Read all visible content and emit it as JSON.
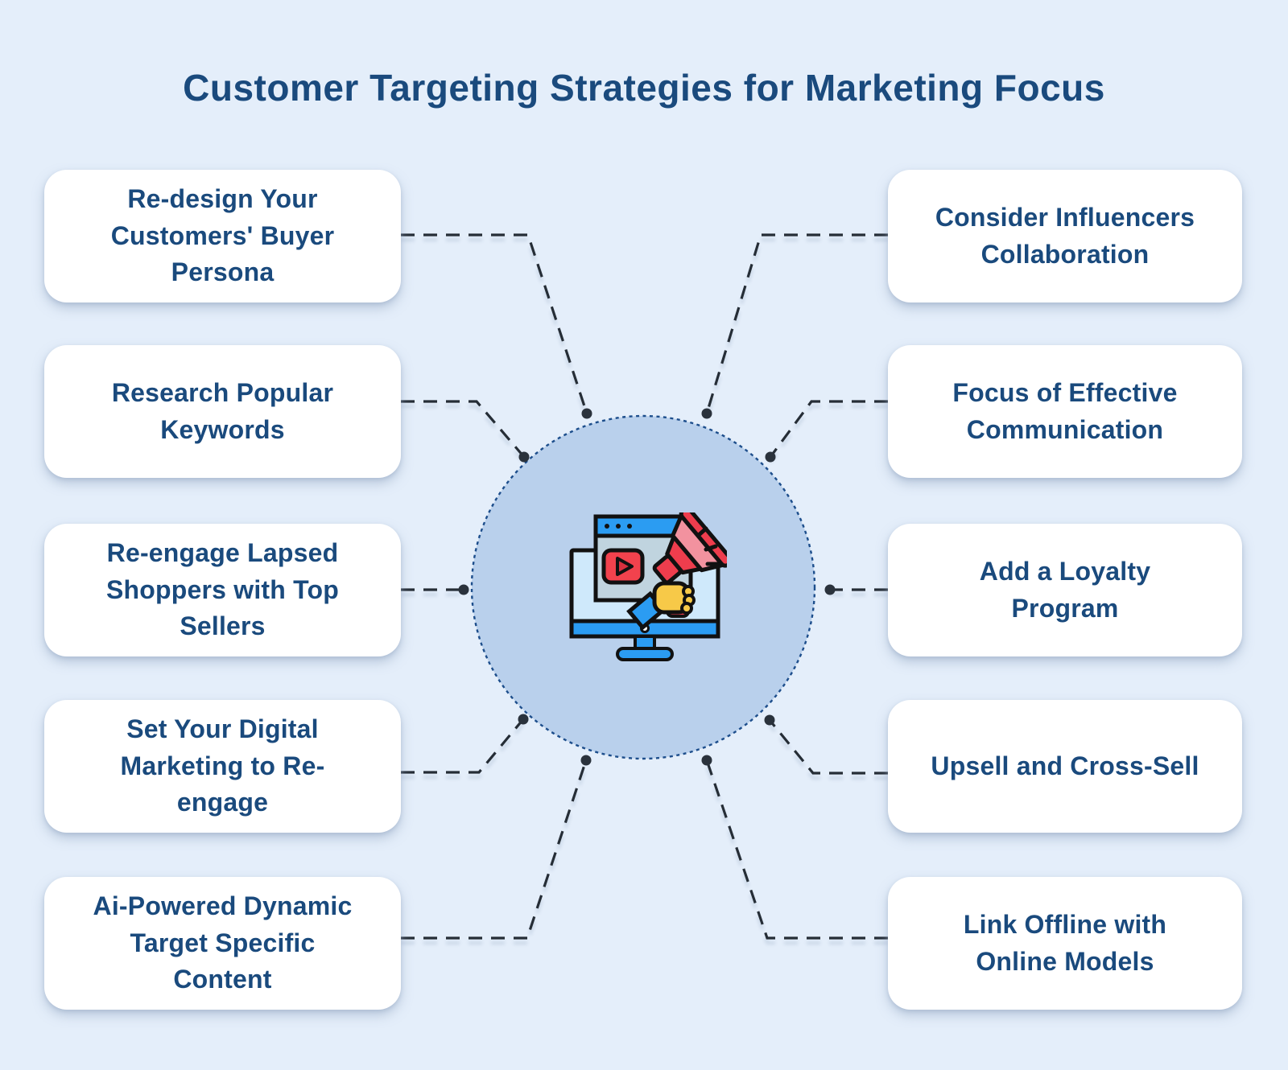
{
  "title": "Customer Targeting Strategies for Marketing Focus",
  "cards": {
    "left": [
      {
        "label": "Re-design Your\nCustomers' Buyer\nPersona"
      },
      {
        "label": "Research Popular\nKeywords"
      },
      {
        "label": "Re-engage Lapsed\nShoppers with Top\nSellers"
      },
      {
        "label": "Set Your Digital\nMarketing to Re-\nengage"
      },
      {
        "label": "Ai-Powered Dynamic\nTarget Specific\nContent"
      }
    ],
    "right": [
      {
        "label": "Consider Influencers\nCollaboration"
      },
      {
        "label": "Focus of Effective\nCommunication"
      },
      {
        "label": "Add a Loyalty\nProgram"
      },
      {
        "label": "Upsell and Cross-Sell"
      },
      {
        "label": "Link Offline with\nOnline Models"
      }
    ]
  },
  "center": {
    "icon": "video-marketing-megaphone-illustration"
  },
  "colors": {
    "background": "#e4eefa",
    "card_background": "#ffffff",
    "text": "#1a4a7d",
    "circle_fill": "#b9d0ec",
    "circle_border": "#1d4e8c",
    "connector": "#252d36",
    "dot": "#2a323c",
    "accent_blue": "#2b9cf2",
    "accent_red": "#ee3d4d",
    "accent_pink": "#f2929f",
    "accent_yellow": "#f7c948"
  }
}
